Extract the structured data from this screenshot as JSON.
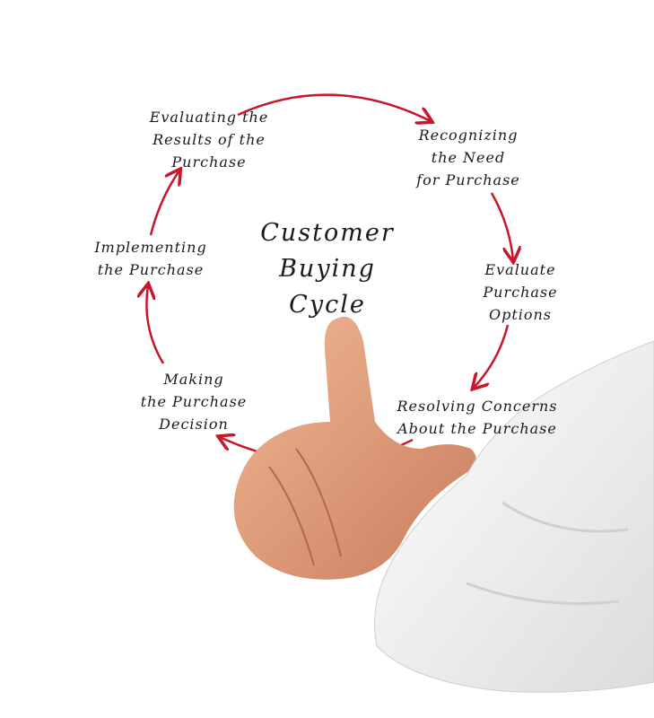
{
  "title": {
    "lines": [
      "Customer",
      "Buying",
      "Cycle"
    ]
  },
  "stages": [
    {
      "lines": [
        "Recognizing",
        "the Need",
        "for Purchase"
      ]
    },
    {
      "lines": [
        "Evaluate",
        "Purchase",
        "Options"
      ]
    },
    {
      "lines": [
        "Resolving Concerns",
        "About the Purchase"
      ]
    },
    {
      "lines": [
        "Making",
        "the Purchase",
        "Decision"
      ]
    },
    {
      "lines": [
        "Implementing",
        "the Purchase"
      ]
    },
    {
      "lines": [
        "Evaluating the",
        "Results of the",
        "Purchase"
      ]
    }
  ],
  "colors": {
    "arrow": "#c8162a",
    "skin": "#e3a07f",
    "sleeve": "#f4f4f4"
  }
}
